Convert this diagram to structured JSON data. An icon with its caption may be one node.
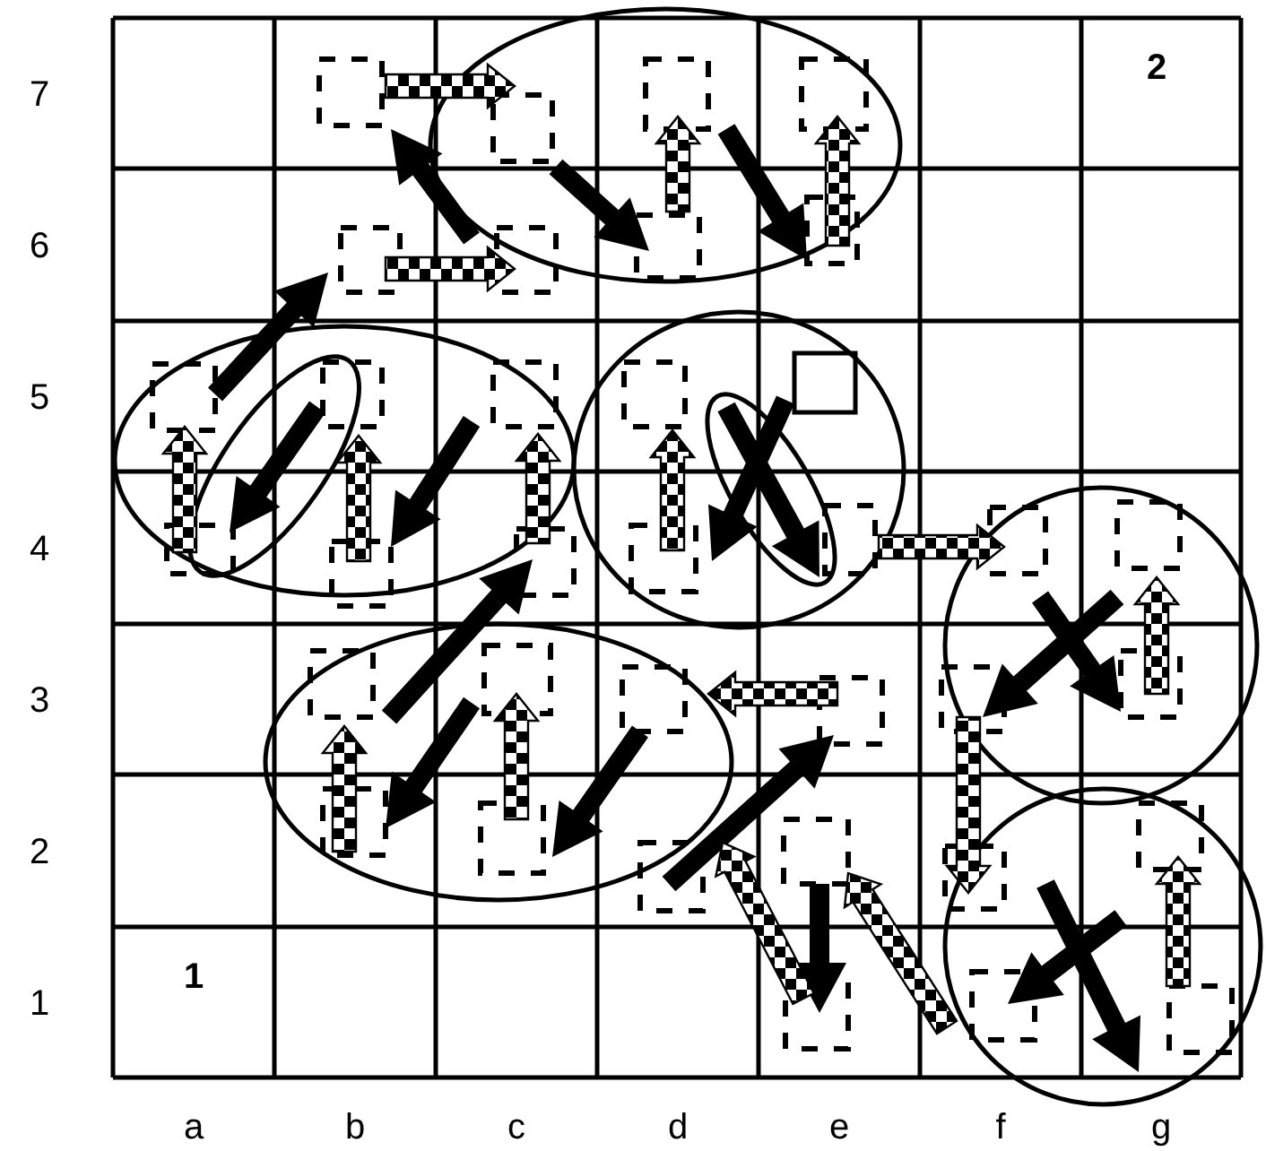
{
  "diagram": {
    "labels": [
      "7",
      "2",
      "6",
      "5",
      "4",
      "3",
      "2",
      "1",
      "1",
      "a",
      "b",
      "c",
      "d",
      "e",
      "f",
      "g"
    ]
  }
}
